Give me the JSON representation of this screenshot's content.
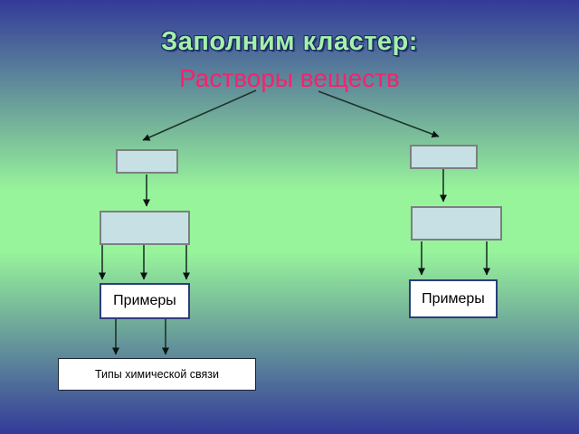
{
  "slide": {
    "title": "Заполним кластер:",
    "subtitle": "Растворы веществ"
  },
  "cluster": {
    "root_label": "Растворы веществ",
    "left_branch": {
      "level1_box": "",
      "level2_box": "",
      "examples_label": "Примеры",
      "bond_types_label": "Типы химической связи"
    },
    "right_branch": {
      "level1_box": "",
      "level2_box": "",
      "examples_label": "Примеры"
    }
  },
  "colors": {
    "background_top": "#333a99",
    "background_middle": "#98f49b",
    "background_bottom": "#333a99",
    "title_text": "#a3f2ab",
    "title_outline": "#1e2a63",
    "subtitle_text": "#f2246c",
    "box_fill": "#c6e0e4",
    "box_border": "#7a8082",
    "examples_border": "#2e3c7d",
    "bond_box_border": "#1c2430",
    "connector": "#1d3528",
    "arrowhead": "#0d1410"
  }
}
